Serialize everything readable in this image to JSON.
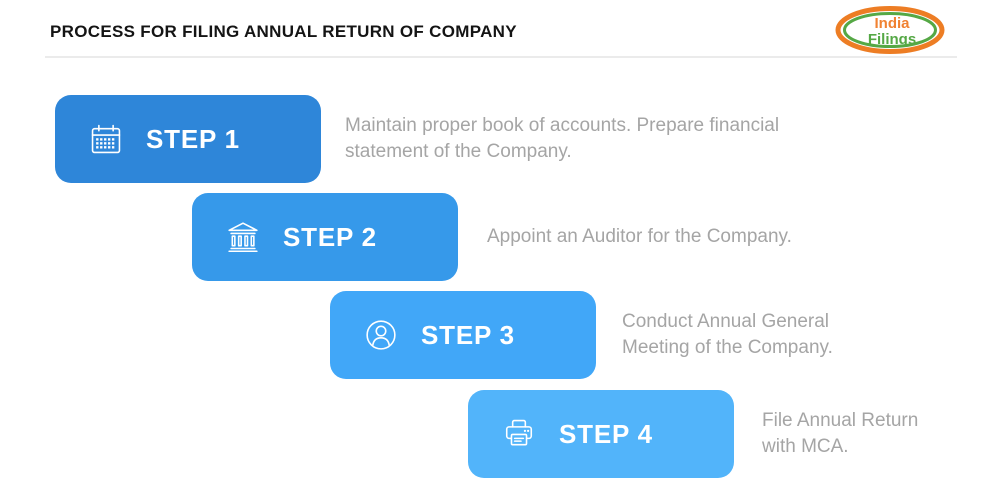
{
  "header": {
    "title": "PROCESS FOR FILING ANNUAL RETURN OF COMPANY",
    "logo": {
      "line1": "India",
      "line2": "Filings",
      "orange": "#ED7D24",
      "green": "#55A845",
      "text_orange": "#F08232",
      "text_green": "#55A845"
    }
  },
  "colors": {
    "step1_box": "#2E86D9",
    "step2_box": "#3699EA",
    "step3_box": "#41A7F8",
    "step4_box": "#52B4FA",
    "step_label_text": "#FFFFFF",
    "description_text": "#A5A5A5",
    "title_text": "#141414",
    "divider": "#EBEBEB"
  },
  "steps": [
    {
      "label": "STEP 1",
      "icon": "calendar-icon",
      "color": "#2E86D9",
      "description_lines": {
        "0": "Maintain proper book of accounts. Prepare financial",
        "1": "statement of the Company."
      }
    },
    {
      "label": "STEP 2",
      "icon": "bank-icon",
      "color": "#3699EA",
      "description_lines": {
        "0": "Appoint an Auditor for the Company."
      }
    },
    {
      "label": "STEP 3",
      "icon": "person-icon",
      "color": "#41A7F8",
      "description_lines": {
        "0": "Conduct Annual General",
        "1": "Meeting of the Company."
      }
    },
    {
      "label": "STEP 4",
      "icon": "printer-icon",
      "color": "#52B4FA",
      "description_lines": {
        "0": "File Annual Return",
        "1": "with MCA."
      }
    }
  ]
}
